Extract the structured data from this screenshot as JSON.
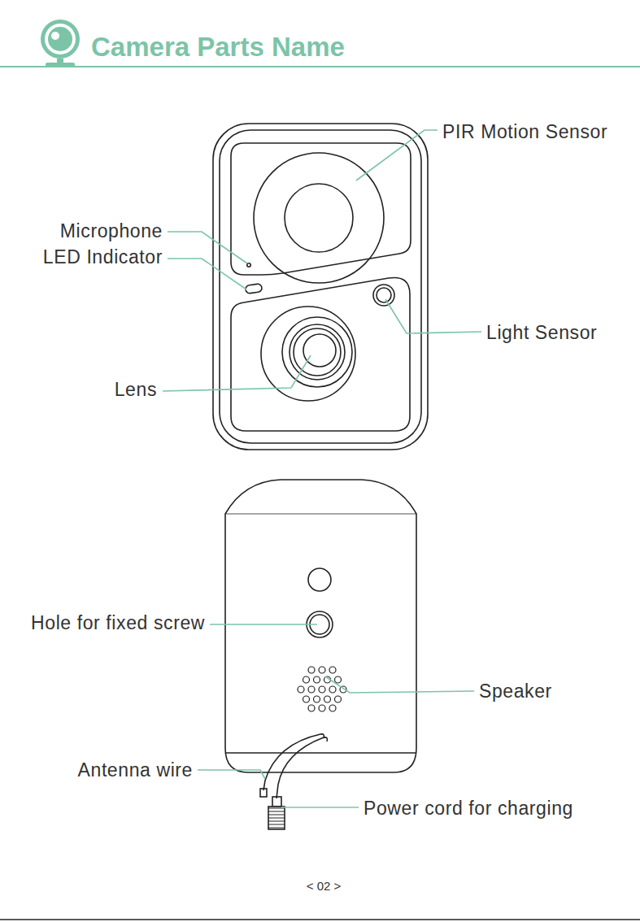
{
  "diagram": {
    "title": "Camera Parts Name",
    "labels": [
      "PIR Motion Sensor",
      "Microphone",
      "LED Indicator",
      "Light Sensor",
      "Lens",
      "Hole for fixed screw",
      "Speaker",
      "Antenna wire",
      "Power cord for charging",
      "< 02 >"
    ]
  }
}
